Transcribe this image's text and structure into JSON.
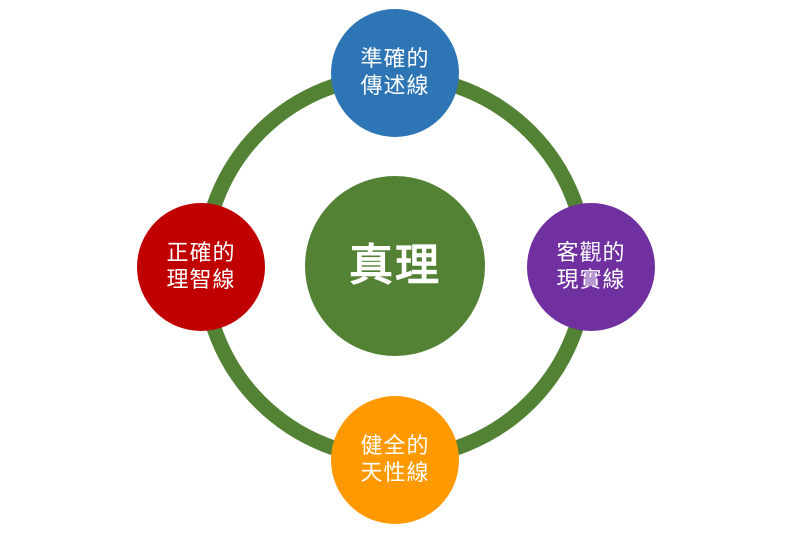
{
  "colors": {
    "ring": "#548235",
    "center": "#548235",
    "top": "#2E75B6",
    "right": "#7030A0",
    "bottom": "#FF9900",
    "left": "#C00000"
  },
  "center": {
    "line1": "真理"
  },
  "top": {
    "line1": "準確的",
    "line2": "傳述線"
  },
  "right": {
    "line1": "客觀的",
    "line2": "現實線"
  },
  "bottom": {
    "line1": "健全的",
    "line2": "天性線"
  },
  "left": {
    "line1": "正確的",
    "line2": "理智線"
  }
}
